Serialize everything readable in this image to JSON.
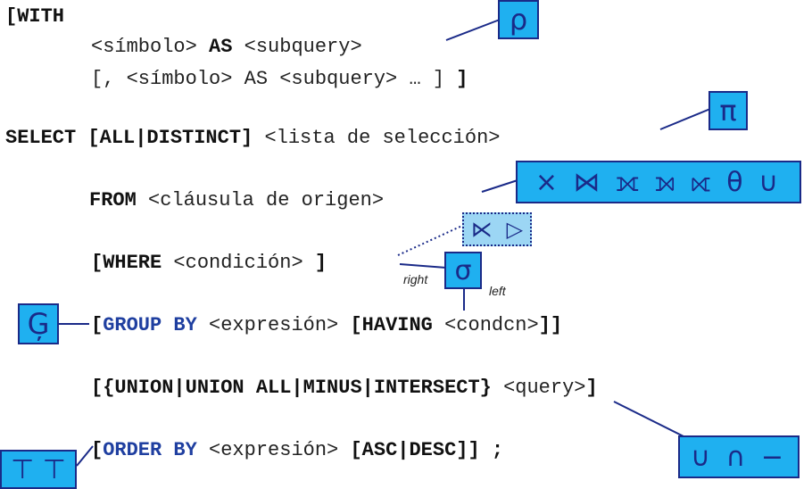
{
  "clauses": {
    "with_kw": "[WITH",
    "with_sym": "<símbolo> ",
    "as_kw": "AS",
    "with_sub": " <subquery>",
    "with_more": "[, <símbolo> AS <subquery> … ]",
    "with_close": " ]",
    "select_kw": "SELECT [ALL|DISTINCT]",
    "select_list": " <lista de selección>",
    "from_kw": "FROM",
    "from_src": " <cláusula de origen>",
    "where_kw": "[WHERE",
    "where_cond": " <condición> ",
    "where_close": "]",
    "group_open": "[",
    "group_kw": "GROUP BY",
    "group_expr": " <expresión> ",
    "having_kw": "[HAVING",
    "having_cond": " <condcn>",
    "having_close": "]]",
    "union_kw": "[{UNION|UNION ALL|MINUS|INTERSECT}",
    "union_query": " <query>",
    "union_close": "]",
    "order_open": "[",
    "order_kw": "ORDER BY",
    "order_expr": " <expresión> ",
    "asc_desc": "[ASC|DESC]]",
    "semicolon": " ;"
  },
  "symbols": {
    "rho": "ρ",
    "pi": "π",
    "joins": "× ⋈ ⟗ ⟕ ⟖ θ ∪",
    "semi_join": "⋉",
    "anti_join": "▷",
    "sigma": "σ",
    "gamma": "Ģ",
    "sort": "⊤ ⊤",
    "setops": "∪ ∩ −"
  },
  "labels": {
    "right": "right",
    "left": "left"
  }
}
